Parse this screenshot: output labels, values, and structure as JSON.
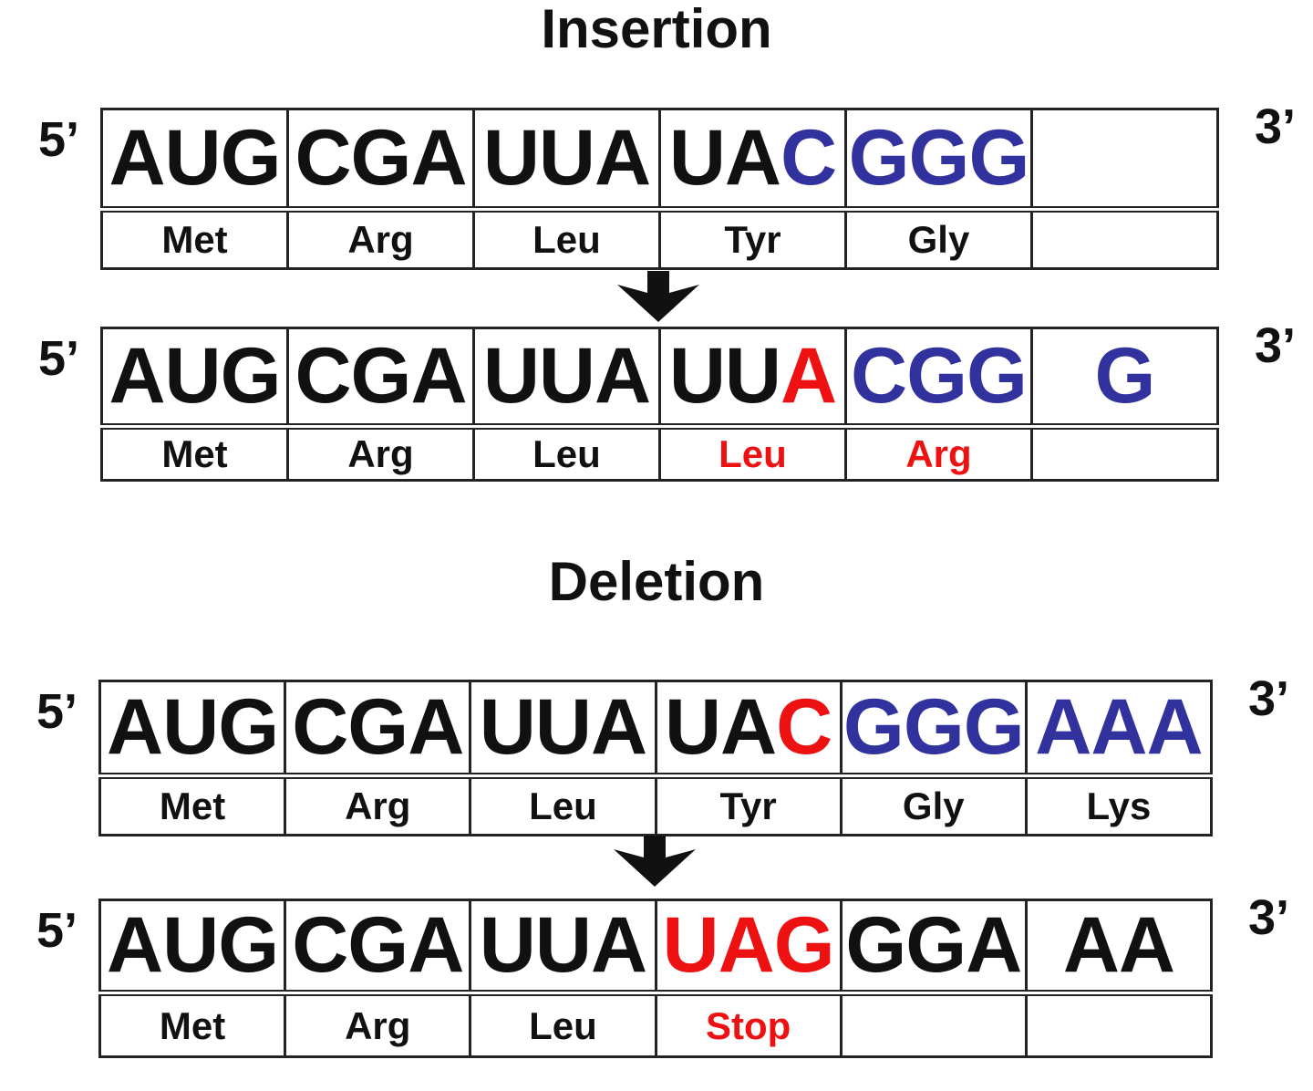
{
  "colors": {
    "black": "#111111",
    "blue": "#32329e",
    "red": "#ee1111",
    "border": "#232323"
  },
  "icons": {
    "down_arrow": "down-arrow-icon"
  },
  "sections": [
    {
      "title": "Insertion",
      "before": {
        "five_prime": "5’",
        "three_prime": "3’",
        "codons": [
          [
            {
              "t": "AUG",
              "c": "black"
            }
          ],
          [
            {
              "t": "CGA",
              "c": "black"
            }
          ],
          [
            {
              "t": "UUA",
              "c": "black"
            }
          ],
          [
            {
              "t": "UA",
              "c": "black"
            },
            {
              "t": "C",
              "c": "blue"
            }
          ],
          [
            {
              "t": "GGG",
              "c": "blue"
            }
          ],
          []
        ],
        "aminos": [
          {
            "t": "Met",
            "c": "black"
          },
          {
            "t": "Arg",
            "c": "black"
          },
          {
            "t": "Leu",
            "c": "black"
          },
          {
            "t": "Tyr",
            "c": "black"
          },
          {
            "t": "Gly",
            "c": "black"
          },
          {
            "t": "",
            "c": "black"
          }
        ]
      },
      "after": {
        "five_prime": "5’",
        "three_prime": "3’",
        "codons": [
          [
            {
              "t": "AUG",
              "c": "black"
            }
          ],
          [
            {
              "t": "CGA",
              "c": "black"
            }
          ],
          [
            {
              "t": "UUA",
              "c": "black"
            }
          ],
          [
            {
              "t": "UU",
              "c": "black"
            },
            {
              "t": "A",
              "c": "red"
            }
          ],
          [
            {
              "t": "CGG",
              "c": "blue"
            }
          ],
          [
            {
              "t": "G",
              "c": "blue"
            }
          ]
        ],
        "aminos": [
          {
            "t": "Met",
            "c": "black"
          },
          {
            "t": "Arg",
            "c": "black"
          },
          {
            "t": "Leu",
            "c": "black"
          },
          {
            "t": "Leu",
            "c": "red"
          },
          {
            "t": "Arg",
            "c": "red"
          },
          {
            "t": "",
            "c": "black"
          }
        ]
      }
    },
    {
      "title": "Deletion",
      "before": {
        "five_prime": "5’",
        "three_prime": "3’",
        "codons": [
          [
            {
              "t": "AUG",
              "c": "black"
            }
          ],
          [
            {
              "t": "CGA",
              "c": "black"
            }
          ],
          [
            {
              "t": "UUA",
              "c": "black"
            }
          ],
          [
            {
              "t": "UA",
              "c": "black"
            },
            {
              "t": "C",
              "c": "red"
            }
          ],
          [
            {
              "t": "GGG",
              "c": "blue"
            }
          ],
          [
            {
              "t": "AAA",
              "c": "blue"
            }
          ]
        ],
        "aminos": [
          {
            "t": "Met",
            "c": "black"
          },
          {
            "t": "Arg",
            "c": "black"
          },
          {
            "t": "Leu",
            "c": "black"
          },
          {
            "t": "Tyr",
            "c": "black"
          },
          {
            "t": "Gly",
            "c": "black"
          },
          {
            "t": "Lys",
            "c": "black"
          }
        ]
      },
      "after": {
        "five_prime": "5’",
        "three_prime": "3’",
        "codons": [
          [
            {
              "t": "AUG",
              "c": "black"
            }
          ],
          [
            {
              "t": "CGA",
              "c": "black"
            }
          ],
          [
            {
              "t": "UUA",
              "c": "black"
            }
          ],
          [
            {
              "t": "UAG",
              "c": "red"
            }
          ],
          [
            {
              "t": "GGA",
              "c": "black"
            }
          ],
          [
            {
              "t": "AA",
              "c": "black"
            }
          ]
        ],
        "aminos": [
          {
            "t": "Met",
            "c": "black"
          },
          {
            "t": "Arg",
            "c": "black"
          },
          {
            "t": "Leu",
            "c": "black"
          },
          {
            "t": "Stop",
            "c": "red"
          },
          {
            "t": "",
            "c": "black"
          },
          {
            "t": "",
            "c": "black"
          }
        ]
      }
    }
  ]
}
